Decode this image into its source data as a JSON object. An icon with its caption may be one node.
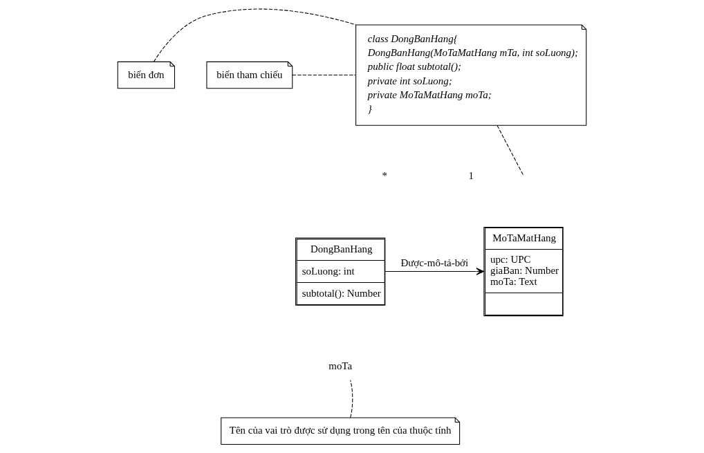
{
  "diagram": {
    "nodes": [
      {
        "text": [
          "class DongBanHang{",
          "DongBanHang(MoTaMatHang mTa, int soLuong);",
          "public float subtotal();",
          "private int soLuong;",
          "private MoTaMatHang moTa;",
          "}"
        ]
      },
      {
        "text": [
          "biến đơn"
        ]
      },
      {
        "text": [
          "biến tham chiếu"
        ]
      },
      {
        "text": [
          "DongBanHang",
          "soLuong: int",
          "subtotal(): Number"
        ]
      },
      {
        "text": [
          "MoTaMatHang",
          "upc: UPC",
          "giaBan: Number",
          "moTa: Text"
        ]
      },
      {
        "text": [
          "moTa"
        ]
      },
      {
        "text": [
          "Tên của vai trò được sử dụng trong tên của thuộc tính"
        ]
      }
    ],
    "edges": [
      {
        "from": 1,
        "to": 0,
        "arrow": "none",
        "style": "dashed"
      },
      {
        "from": 2,
        "to": 0,
        "arrow": "none",
        "style": "dashed"
      },
      {
        "from": 0,
        "to": null,
        "arrow": "none",
        "style": "dashed"
      },
      {
        "from": 3,
        "to": 4,
        "arrow": "to",
        "label": "Được-mô-tả-bởi"
      },
      {
        "from": 6,
        "to": 5,
        "arrow": "none",
        "style": "dashed"
      }
    ],
    "labels": [
      "*",
      "1"
    ]
  }
}
